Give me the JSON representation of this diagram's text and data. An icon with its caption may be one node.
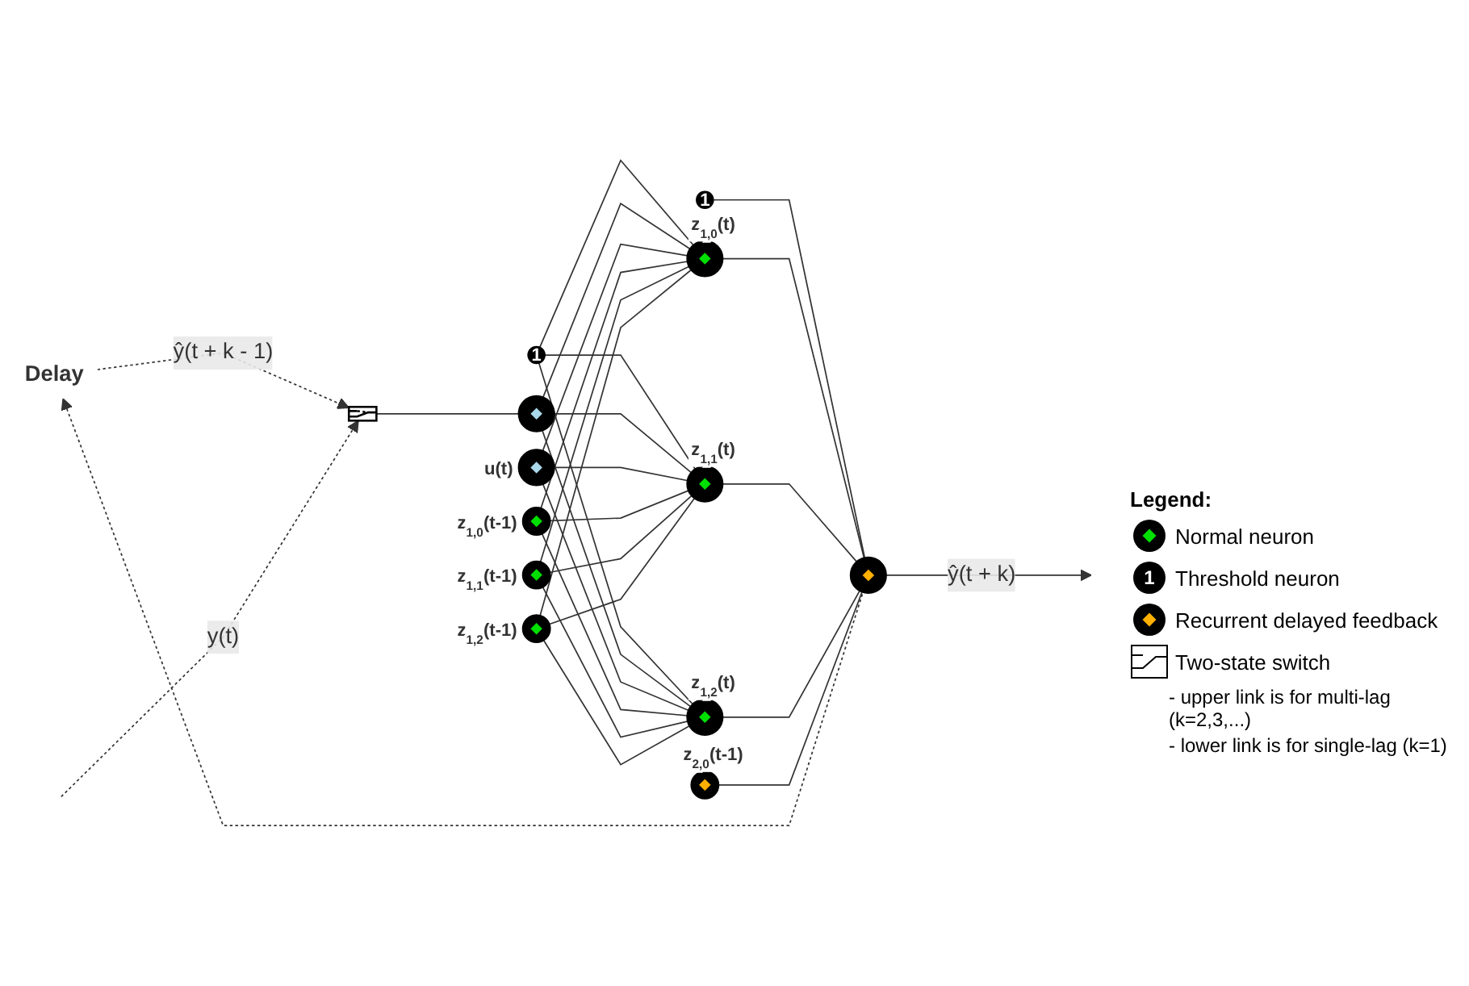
{
  "diagram": {
    "nodes": [
      {
        "text": [
          "Delay"
        ]
      },
      {
        "text": [],
        "shape": "box"
      },
      {
        "text": [
          "1"
        ]
      },
      {
        "text": [],
        "shape": "circle"
      },
      {
        "text": [],
        "shape": "circle",
        "beside": [
          "u(t)"
        ]
      },
      {
        "text": [],
        "shape": "circle",
        "beside": [
          "z$_{1,0}$(t-1)"
        ]
      },
      {
        "text": [],
        "shape": "circle",
        "beside": [
          "z$_{1,1}$(t-1)"
        ]
      },
      {
        "text": [],
        "shape": "circle",
        "beside": [
          "z$_{1,2}$(t-1)"
        ]
      },
      {
        "text": [
          "1"
        ]
      },
      {
        "text": [],
        "shape": "circle",
        "beside": [
          "z$_{1,0}$(t)"
        ]
      },
      {
        "text": [],
        "shape": "circle",
        "beside": [
          "z$_{1,1}$(t)"
        ]
      },
      {
        "text": [],
        "shape": "circle",
        "beside": [
          "z$_{1,2}$(t)"
        ]
      },
      {
        "text": [],
        "shape": "circle",
        "beside": [
          "z$_{2,0}$(t-1)"
        ]
      },
      {
        "text": [],
        "shape": "circle"
      }
    ],
    "edges": [
      {
        "from": 13,
        "to": 0,
        "arrow": "to",
        "style": "dashed"
      },
      {
        "from": 0,
        "to": 1,
        "arrow": "to",
        "style": "dashed",
        "label": "ŷ(t + k - 1)"
      },
      {
        "from": null,
        "to": 1,
        "arrow": "to",
        "style": "dashed",
        "label": "y(t)"
      },
      {
        "from": 1,
        "to": 3,
        "arrow": "none"
      },
      {
        "from": 2,
        "to": 9,
        "arrow": "none"
      },
      {
        "from": 2,
        "to": 10,
        "arrow": "none"
      },
      {
        "from": 2,
        "to": 11,
        "arrow": "none"
      },
      {
        "from": 3,
        "to": 9,
        "arrow": "none"
      },
      {
        "from": 3,
        "to": 10,
        "arrow": "none"
      },
      {
        "from": 3,
        "to": 11,
        "arrow": "none"
      },
      {
        "from": 4,
        "to": 9,
        "arrow": "none"
      },
      {
        "from": 4,
        "to": 10,
        "arrow": "none"
      },
      {
        "from": 4,
        "to": 11,
        "arrow": "none"
      },
      {
        "from": 5,
        "to": 9,
        "arrow": "none"
      },
      {
        "from": 5,
        "to": 10,
        "arrow": "none"
      },
      {
        "from": 5,
        "to": 11,
        "arrow": "none"
      },
      {
        "from": 6,
        "to": 9,
        "arrow": "none"
      },
      {
        "from": 6,
        "to": 10,
        "arrow": "none"
      },
      {
        "from": 6,
        "to": 11,
        "arrow": "none"
      },
      {
        "from": 7,
        "to": 9,
        "arrow": "none"
      },
      {
        "from": 7,
        "to": 10,
        "arrow": "none"
      },
      {
        "from": 7,
        "to": 11,
        "arrow": "none"
      },
      {
        "from": 8,
        "to": 13,
        "arrow": "none"
      },
      {
        "from": 9,
        "to": 13,
        "arrow": "none"
      },
      {
        "from": 10,
        "to": 13,
        "arrow": "none"
      },
      {
        "from": 11,
        "to": 13,
        "arrow": "none"
      },
      {
        "from": 12,
        "to": 13,
        "arrow": "none"
      },
      {
        "from": 13,
        "to": null,
        "arrow": "to",
        "label": "ŷ(t + k)"
      }
    ],
    "labels": [
      "Legend:",
      "1",
      "- upper link is for multi-lag (k=2,3,...)",
      "- lower link is for single-lag (k=1)"
    ],
    "legend": [
      {
        "text": "Normal neuron"
      },
      {
        "text": "Threshold neuron"
      },
      {
        "text": "Recurrent delayed feedback"
      },
      {
        "text": "Two-state switch"
      }
    ]
  }
}
